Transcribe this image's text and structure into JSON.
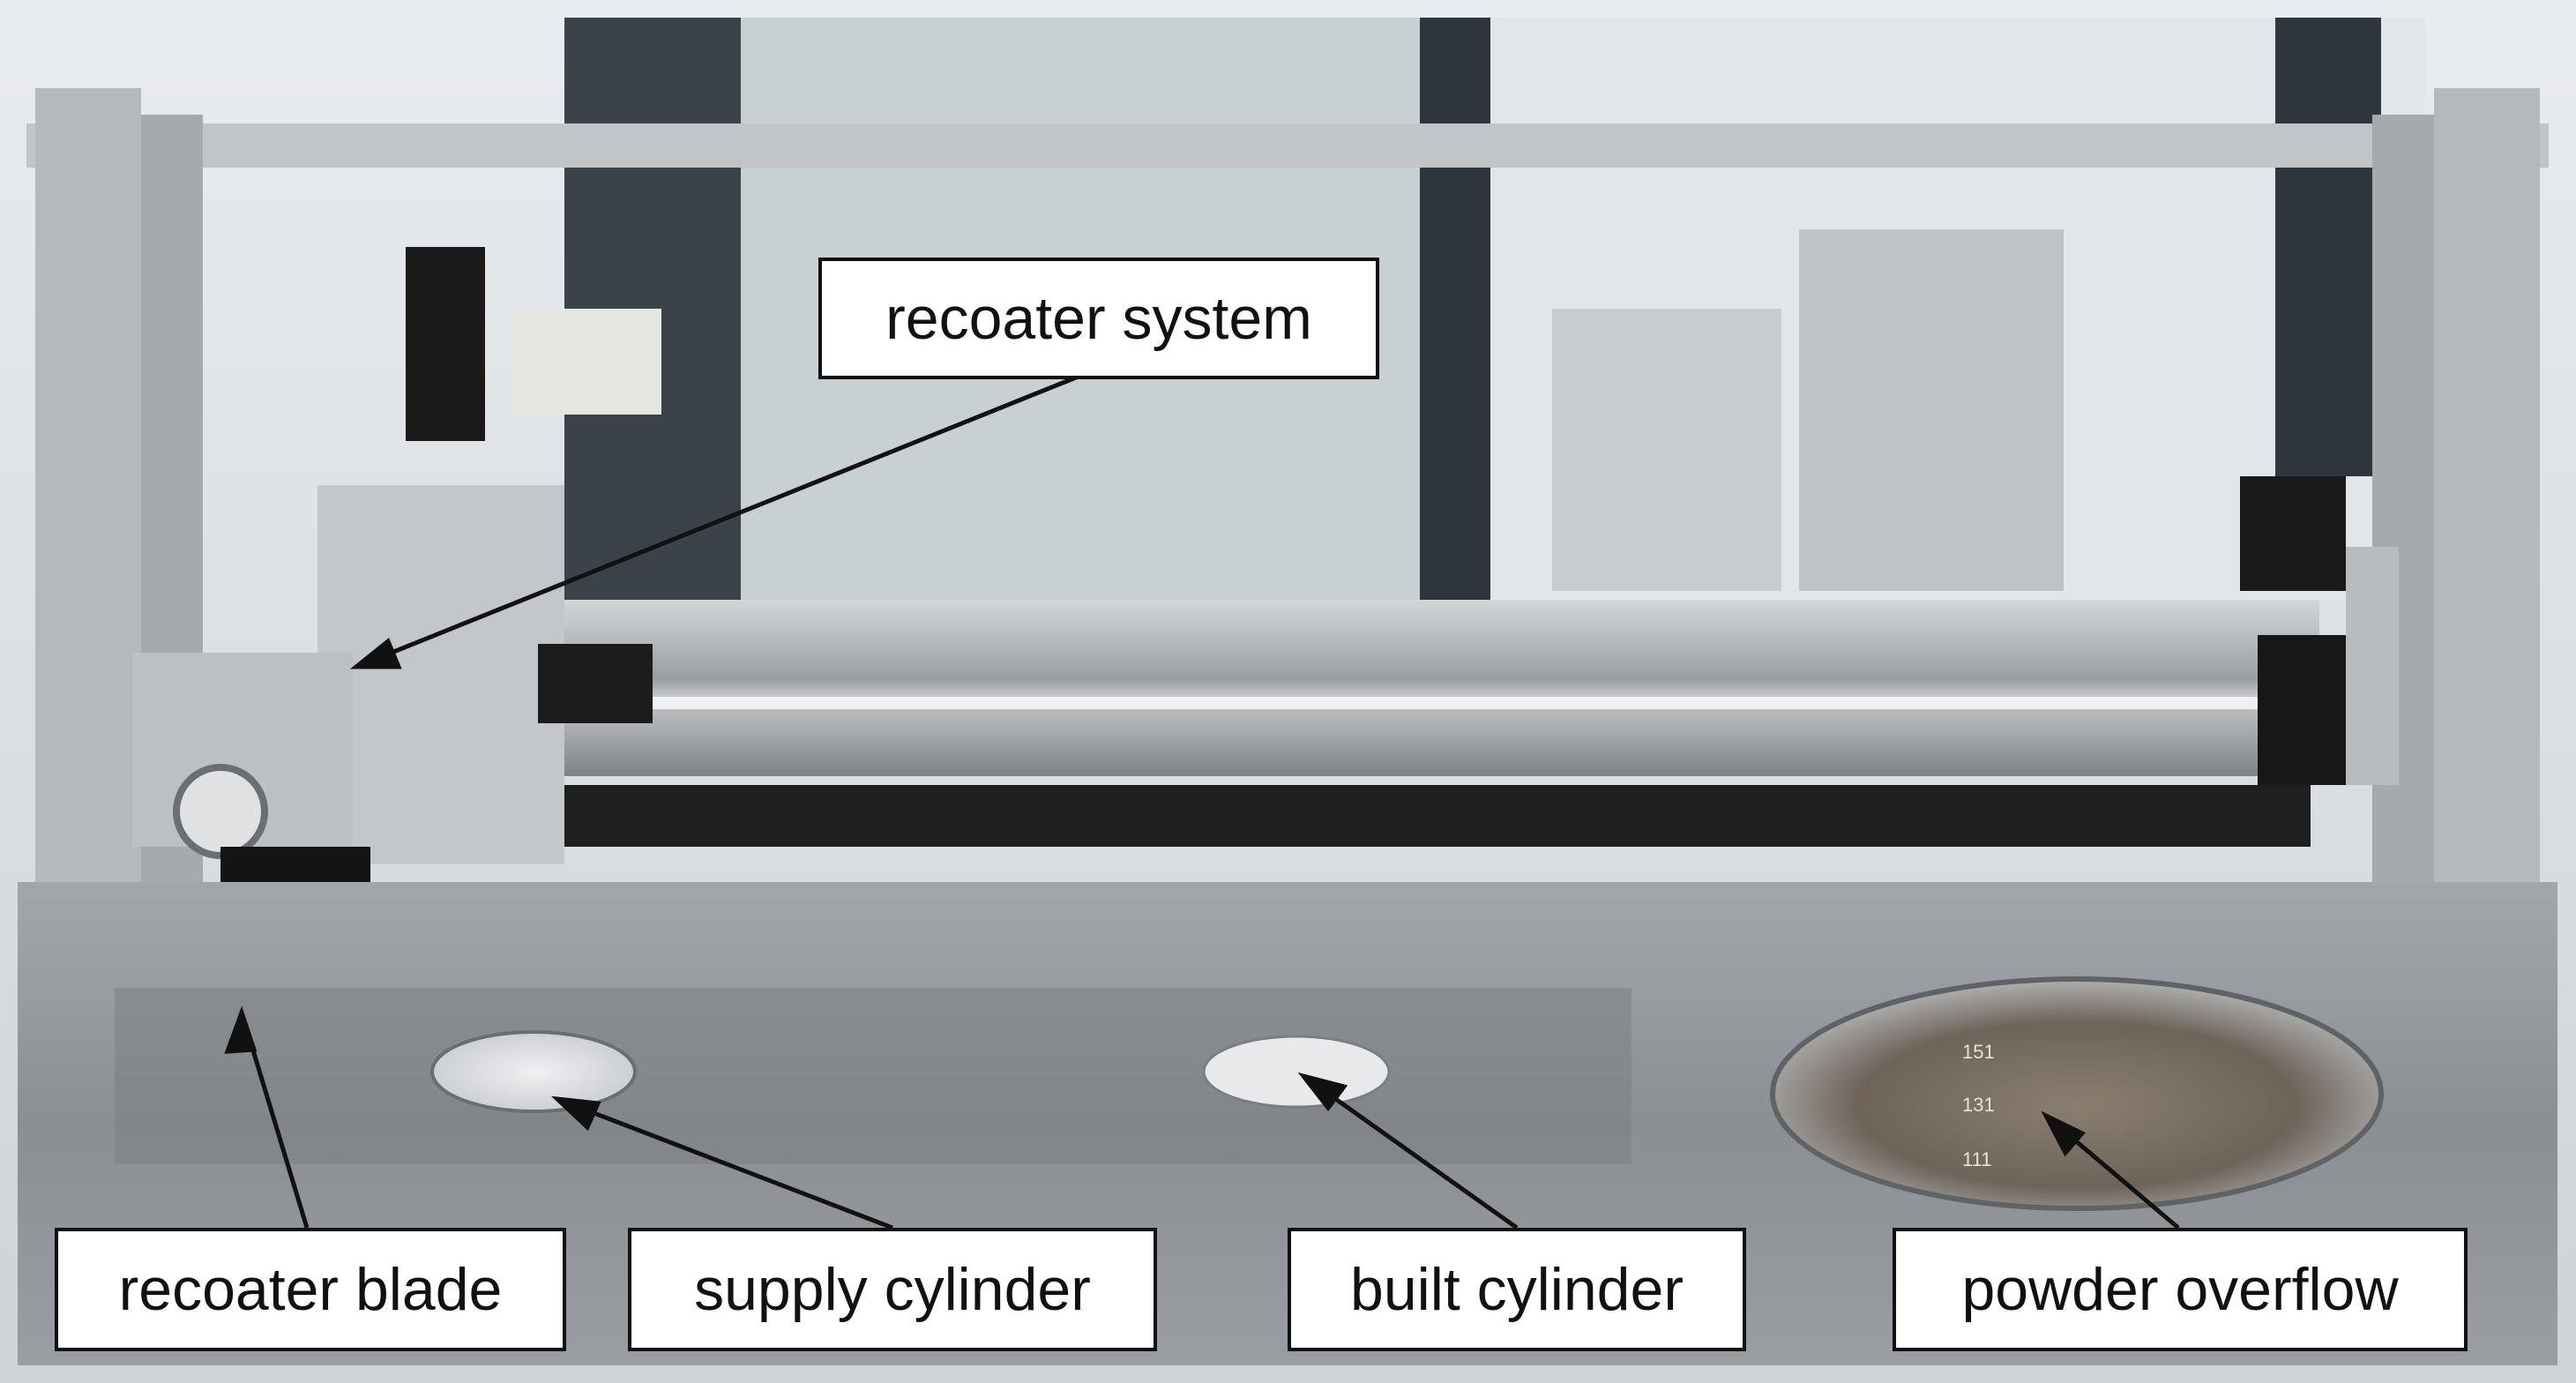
{
  "labels": {
    "recoater_system": "recoater system",
    "recoater_blade": "recoater blade",
    "supply_cylinder": "supply cylinder",
    "built_cylinder": "built cylinder",
    "powder_overflow": "powder overflow"
  },
  "markings": [
    "151",
    "131",
    "111"
  ],
  "colors": {
    "frame": "#b9bcbf",
    "rail": "#a9adb1",
    "plate": "#8e9296",
    "motor": "#1a1a1a",
    "callout_border": "#111111"
  }
}
